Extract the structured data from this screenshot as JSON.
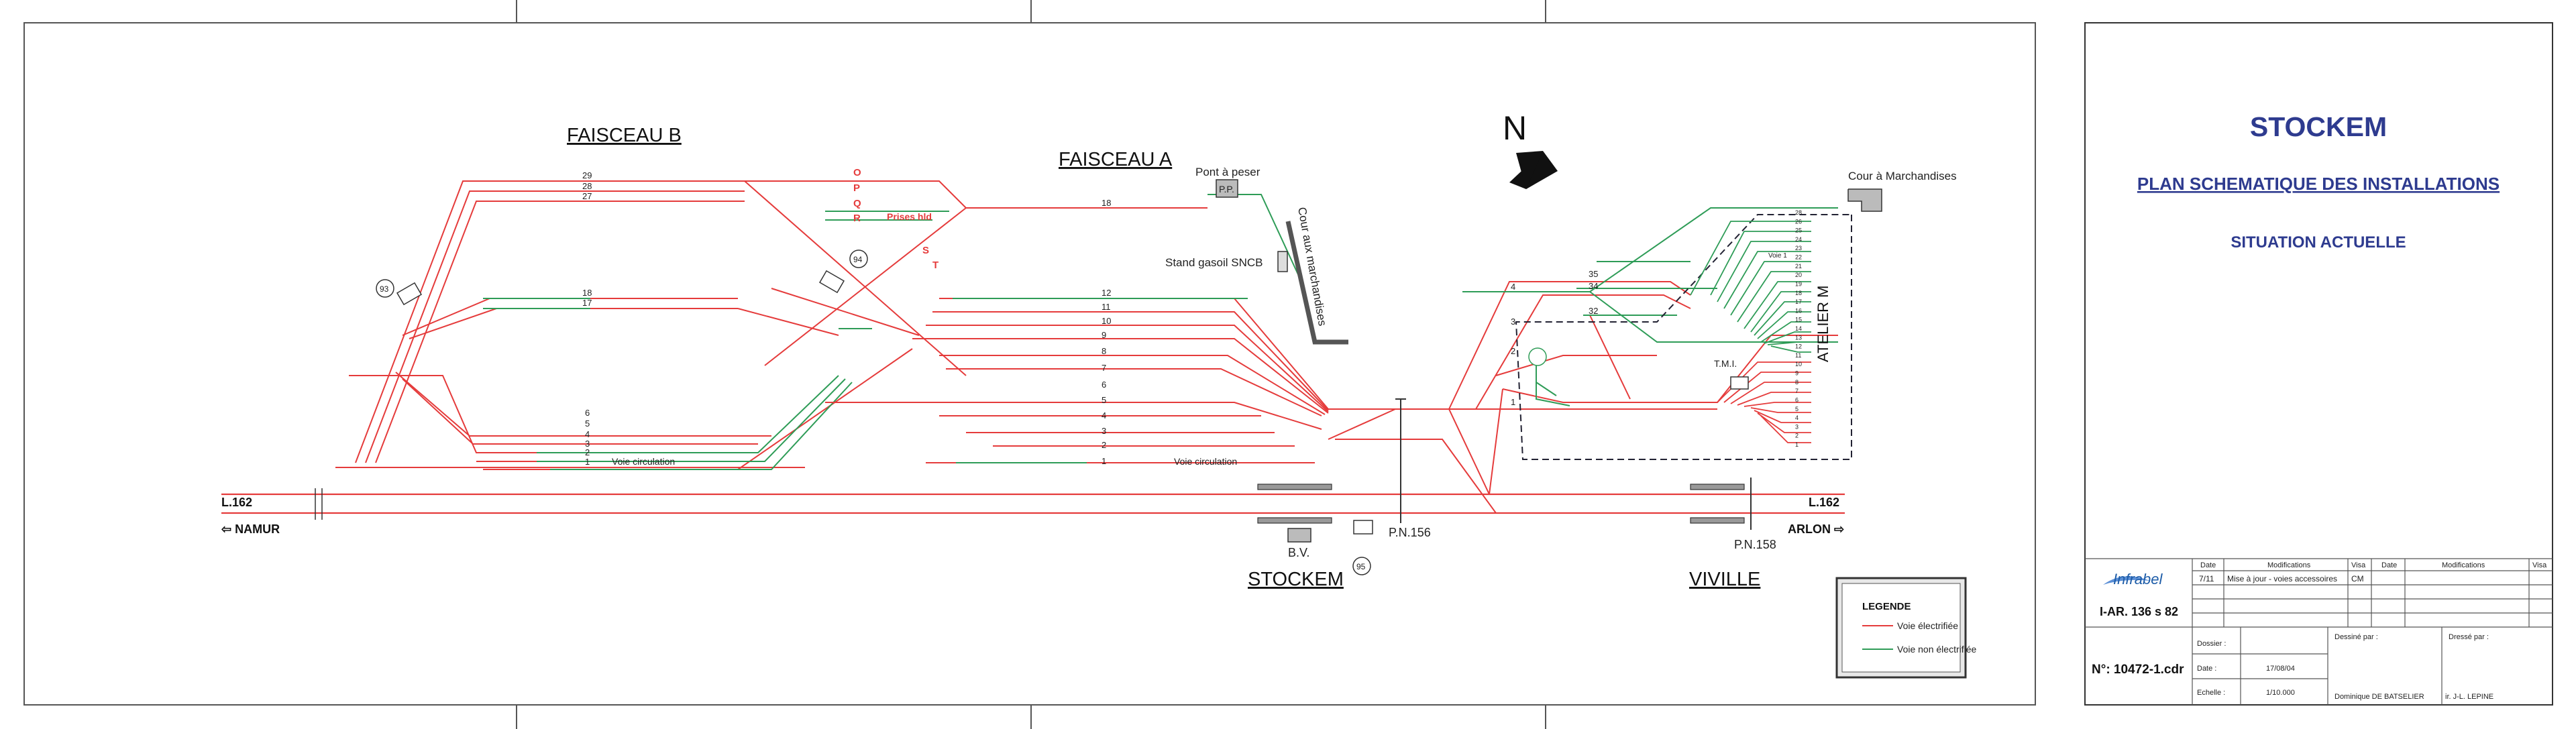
{
  "plan": {
    "faisceau_b": "FAISCEAU B",
    "faisceau_a": "FAISCEAU A",
    "north": "N",
    "pont_a_peser": "Pont à peser",
    "pp": "P.P.",
    "cour_marchandises_vertical": "Cour aux marchandises",
    "cour_marchandises": "Cour à Marchandises",
    "stand_gasoil": "Stand gasoil SNCB",
    "atelier": "ATELIER M",
    "tmi": "T.M.I.",
    "voie_circulation": "Voie circulation",
    "prises_hld": "Prises hld",
    "letters_red": [
      "O",
      "P",
      "Q",
      "R"
    ],
    "letters_st": [
      "S",
      "T"
    ],
    "l162": "L.162",
    "namur": "⇦ NAMUR",
    "arlon": "ARLON ⇨",
    "stockem": "STOCKEM",
    "viville": "VIVILLE",
    "bv": "B.V.",
    "pn156": "P.N.156",
    "pn158": "P.N.158",
    "signal_93": "93",
    "signal_94": "94",
    "signal_95": "95",
    "voie_1_atelier": "Voie 1",
    "track_nums_b_top": [
      "29",
      "28",
      "27"
    ],
    "track_nums_b_mid": [
      "18",
      "17"
    ],
    "track_nums_b_low": [
      "6",
      "5",
      "4",
      "3",
      "2",
      "1"
    ],
    "track_nums_a": [
      "18",
      "12",
      "11",
      "10",
      "9",
      "8",
      "7",
      "6",
      "5",
      "4",
      "3",
      "2",
      "1"
    ],
    "track_nums_v": [
      "35",
      "34",
      "32",
      "4",
      "3",
      "2",
      "1"
    ],
    "atelier_nums": [
      "28",
      "26",
      "25",
      "24",
      "23",
      "22",
      "21",
      "20",
      "19",
      "18",
      "17",
      "16",
      "15",
      "14",
      "13",
      "12",
      "11",
      "10",
      "9",
      "8",
      "7",
      "6",
      "5",
      "4",
      "3",
      "2",
      "1"
    ]
  },
  "legend": {
    "title": "LEGENDE",
    "electrified": "Voie électrifiée",
    "non_electrified": "Voie  non  électrifiée",
    "color_electrified": "#e53b3b",
    "color_non_electrified": "#2e9c57"
  },
  "title_block": {
    "title": "STOCKEM",
    "subtitle": "PLAN SCHEMATIQUE DES INSTALLATIONS",
    "status": "SITUATION  ACTUELLE",
    "logo": "Infrabel",
    "ref": "I-AR. 136 s 82",
    "number": "N°:  10472-1.cdr",
    "mod_headers": [
      "Date",
      "Modifications",
      "Visa",
      "Date",
      "Modifications",
      "Visa"
    ],
    "mod_row": [
      "7/11",
      "Mise à jour - voies accessoires",
      "CM"
    ],
    "dossier_label": "Dossier :",
    "date_label": "Date :",
    "date_value": "17/08/04",
    "echelle_label": "Echelle :",
    "echelle_value": "1/10.000",
    "dessine_label": "Dessiné  par :",
    "dessine_value": "Dominique DE BATSELIER",
    "dresse_label": "Dressé par :",
    "dresse_value": "ir.  J-L. LEPINE"
  }
}
